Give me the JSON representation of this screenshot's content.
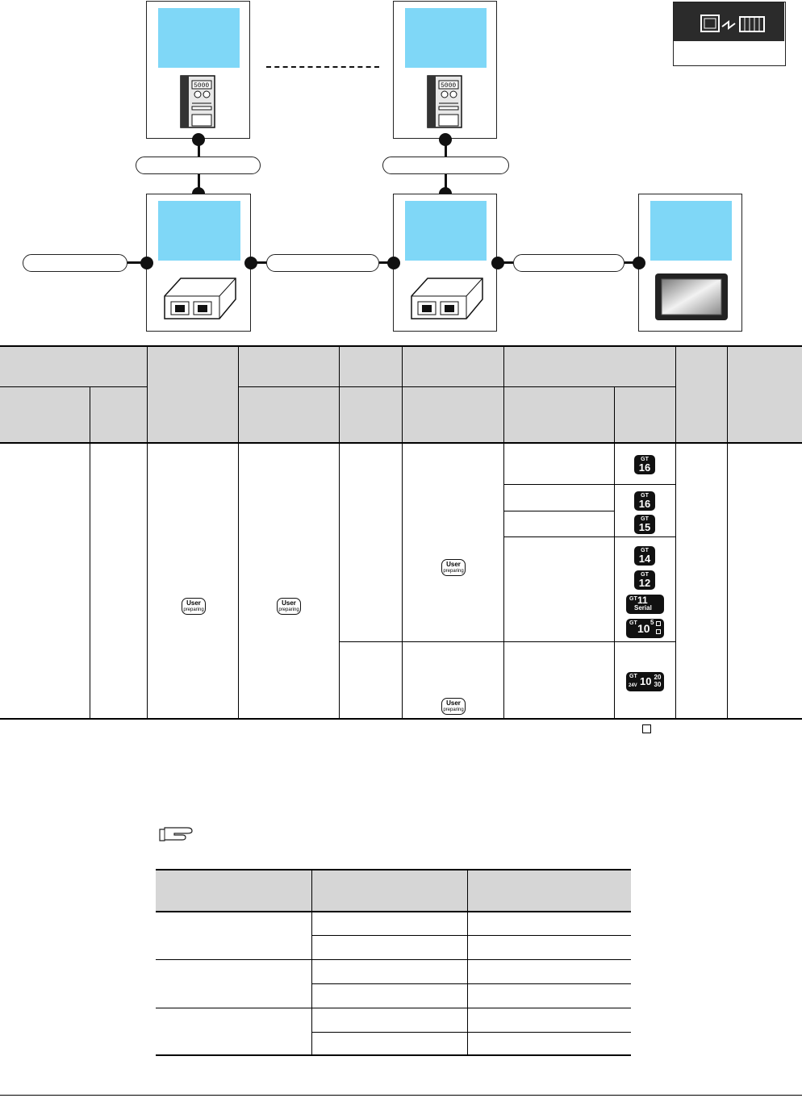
{
  "badges": {
    "gt16": {
      "sup": "GT",
      "num": "16"
    },
    "gt15": {
      "sup": "GT",
      "num": "15"
    },
    "gt14": {
      "sup": "GT",
      "num": "14"
    },
    "gt12": {
      "sup": "GT",
      "num": "12"
    },
    "gt11": {
      "sup": "GT",
      "num": "11",
      "sub": "Serial"
    },
    "gt105": {
      "sup": "GT",
      "num": "10",
      "extra": "5"
    },
    "gt1020": {
      "sup": "GT",
      "pre": "24V",
      "num": "10",
      "extra": "20 30"
    }
  },
  "user_icon": {
    "top": "User",
    "bottom": "preparing"
  },
  "note_symbol": "□"
}
